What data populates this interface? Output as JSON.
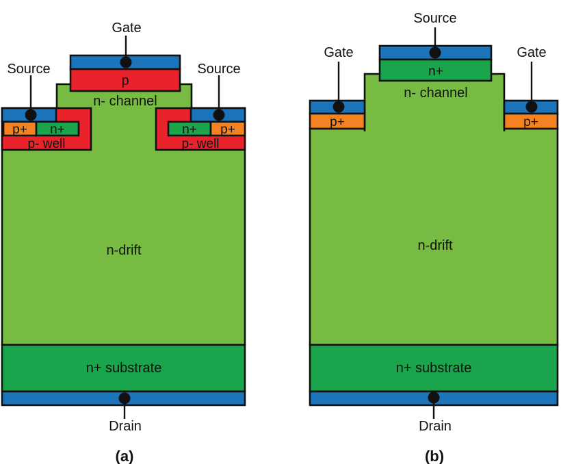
{
  "palette": {
    "region_light_green": "#77BB43",
    "region_dark_green": "#1AA54C",
    "region_red": "#E9222B",
    "region_orange": "#F58220",
    "contact_blue": "#1C74BB",
    "line_black": "#111111",
    "caption_blue": "#1A6CA4"
  },
  "diagram_a": {
    "caption": "(a)",
    "terminals": {
      "gate": "Gate",
      "source_left": "Source",
      "source_right": "Source",
      "drain": "Drain"
    },
    "regions": {
      "p_gate": "p",
      "channel": "n- channel",
      "p_plus_left": "p+",
      "n_plus_left": "n+",
      "p_well_left": "p- well",
      "n_plus_right": "n+",
      "p_plus_right": "p+",
      "p_well_right": "p- well",
      "drift": "n-drift",
      "substrate": "n+ substrate"
    }
  },
  "diagram_b": {
    "caption": "(b)",
    "terminals": {
      "source": "Source",
      "gate_left": "Gate",
      "gate_right": "Gate",
      "drain": "Drain"
    },
    "regions": {
      "n_plus_source": "n+",
      "channel": "n- channel",
      "p_plus_left": "p+",
      "p_plus_right": "p+",
      "drift": "n-drift",
      "substrate": "n+ substrate"
    }
  }
}
